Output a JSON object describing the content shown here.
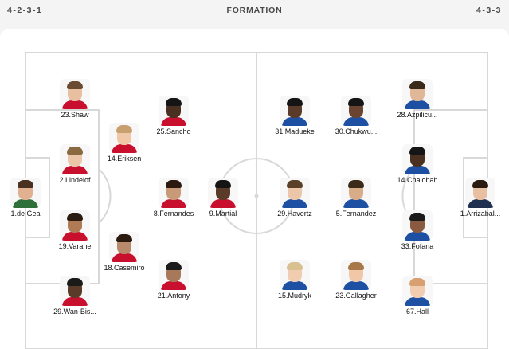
{
  "header": {
    "home_formation": "4-2-3-1",
    "title": "FORMATION",
    "away_formation": "4-3-3"
  },
  "home": {
    "players": [
      {
        "label": "1.de Gea",
        "skin": "#e0b090",
        "hair": "#4a3020",
        "shirt": "#2f6f3a"
      },
      {
        "label": "23.Shaw",
        "skin": "#e8bfa0",
        "hair": "#6a4a30",
        "shirt": "#c8102e"
      },
      {
        "label": "2.Lindelof",
        "skin": "#ecc6a8",
        "hair": "#8a6a40",
        "shirt": "#c8102e"
      },
      {
        "label": "19.Varane",
        "skin": "#b07a55",
        "hair": "#2a1a10",
        "shirt": "#c8102e"
      },
      {
        "label": "29.Wan-Bis...",
        "skin": "#5a3a28",
        "hair": "#1a1a1a",
        "shirt": "#c8102e"
      },
      {
        "label": "14.Eriksen",
        "skin": "#f0c8a8",
        "hair": "#c8a070",
        "shirt": "#c8102e"
      },
      {
        "label": "18.Casemiro",
        "skin": "#b8896a",
        "hair": "#2a1a10",
        "shirt": "#c8102e"
      },
      {
        "label": "25.Sancho",
        "skin": "#4a3020",
        "hair": "#151515",
        "shirt": "#c8102e"
      },
      {
        "label": "8.Fernandes",
        "skin": "#c89a78",
        "hair": "#2a1a10",
        "shirt": "#c8102e"
      },
      {
        "label": "21.Antony",
        "skin": "#a8785a",
        "hair": "#1a1a1a",
        "shirt": "#c8102e"
      },
      {
        "label": "9.Martial",
        "skin": "#5a3a28",
        "hair": "#151515",
        "shirt": "#c8102e"
      }
    ]
  },
  "away": {
    "players": [
      {
        "label": "31.Madueke",
        "skin": "#5a3a28",
        "hair": "#151515",
        "shirt": "#1d4fa3"
      },
      {
        "label": "30.Chukwu...",
        "skin": "#6a4430",
        "hair": "#151515",
        "shirt": "#1d4fa3"
      },
      {
        "label": "28.Azpilicu...",
        "skin": "#e0b898",
        "hair": "#3a2a1a",
        "shirt": "#1d4fa3"
      },
      {
        "label": "14.Chalobah",
        "skin": "#4a3020",
        "hair": "#151515",
        "shirt": "#1d4fa3"
      },
      {
        "label": "29.Havertz",
        "skin": "#ecc6a8",
        "hair": "#5a4028",
        "shirt": "#1d4fa3"
      },
      {
        "label": "5.Fernandez",
        "skin": "#d8ac88",
        "hair": "#3a2a1a",
        "shirt": "#1d4fa3"
      },
      {
        "label": "1.Arrizabal...",
        "skin": "#e8bfa0",
        "hair": "#2a1a10",
        "shirt": "#1f2f4f"
      },
      {
        "label": "33.Fofana",
        "skin": "#8a5a40",
        "hair": "#1a1a1a",
        "shirt": "#1d4fa3"
      },
      {
        "label": "15.Mudryk",
        "skin": "#f0ccb0",
        "hair": "#d8c090",
        "shirt": "#1d4fa3"
      },
      {
        "label": "23.Gallagher",
        "skin": "#f0c8a8",
        "hair": "#a87848",
        "shirt": "#1d4fa3"
      },
      {
        "label": "67.Hall",
        "skin": "#f2ccb0",
        "hair": "#d8a070",
        "shirt": "#1d4fa3"
      }
    ]
  },
  "colors": {
    "pitch_line": "#d8d8d8",
    "background": "#f4f4f4",
    "panel": "#ffffff"
  }
}
